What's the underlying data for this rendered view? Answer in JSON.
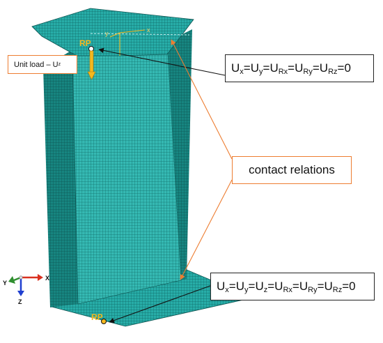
{
  "labels": {
    "unit_load": "Unit load – U",
    "unit_load_sub": "z",
    "contact": "contact relations",
    "rp_top": "RP",
    "rp_bottom": "RP",
    "axis_x": "X",
    "axis_y": "Y",
    "axis_z": "Z",
    "local_x": "x",
    "local_y": "y"
  },
  "bc_top": [
    {
      "main": "U",
      "sub": "x",
      "sep": "="
    },
    {
      "main": "U",
      "sub": "y",
      "sep": "="
    },
    {
      "main": "U",
      "sub": "Rx",
      "sep": "="
    },
    {
      "main": "U",
      "sub": "Ry",
      "sep": "="
    },
    {
      "main": "U",
      "sub": "Rz",
      "sep": "=0"
    }
  ],
  "bc_bottom": [
    {
      "main": "U",
      "sub": "x",
      "sep": "="
    },
    {
      "main": "U",
      "sub": "y",
      "sep": "="
    },
    {
      "main": "U",
      "sub": "z",
      "sep": "="
    },
    {
      "main": "U",
      "sub": "Rx",
      "sep": "="
    },
    {
      "main": "U",
      "sub": "Ry",
      "sep": "="
    },
    {
      "main": "U",
      "sub": "Rz",
      "sep": "=0"
    }
  ],
  "colors": {
    "mesh_face": "#20a8a4",
    "mesh_face_light": "#3bbdb8",
    "mesh_face_dark": "#137e7a",
    "mesh_line": "#0e5f5c",
    "load_arrow": "#f5b81f",
    "accent_orange": "#ed7d31",
    "axis_x": "#d9301f",
    "axis_y": "#2f8f2f",
    "axis_z": "#1f3fd0"
  },
  "icons": {
    "triad": "coordinate-triad-icon",
    "reference_point": "reference-point-icon"
  }
}
